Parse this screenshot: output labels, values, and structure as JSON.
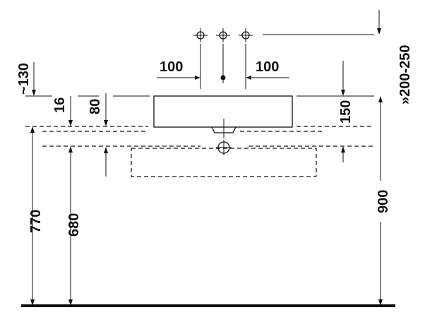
{
  "dimensions": {
    "tap_spacing_left": "100",
    "tap_spacing_right": "100",
    "tap_height": "»200-250",
    "top_offset": "~130",
    "rim_offset": "16",
    "bowl_depth": "80",
    "basin_height": "150",
    "floor_to_rim": "900",
    "floor_to_counter": "770",
    "floor_to_waste": "680"
  },
  "colors": {
    "line": "#111111",
    "background": "#ffffff"
  }
}
